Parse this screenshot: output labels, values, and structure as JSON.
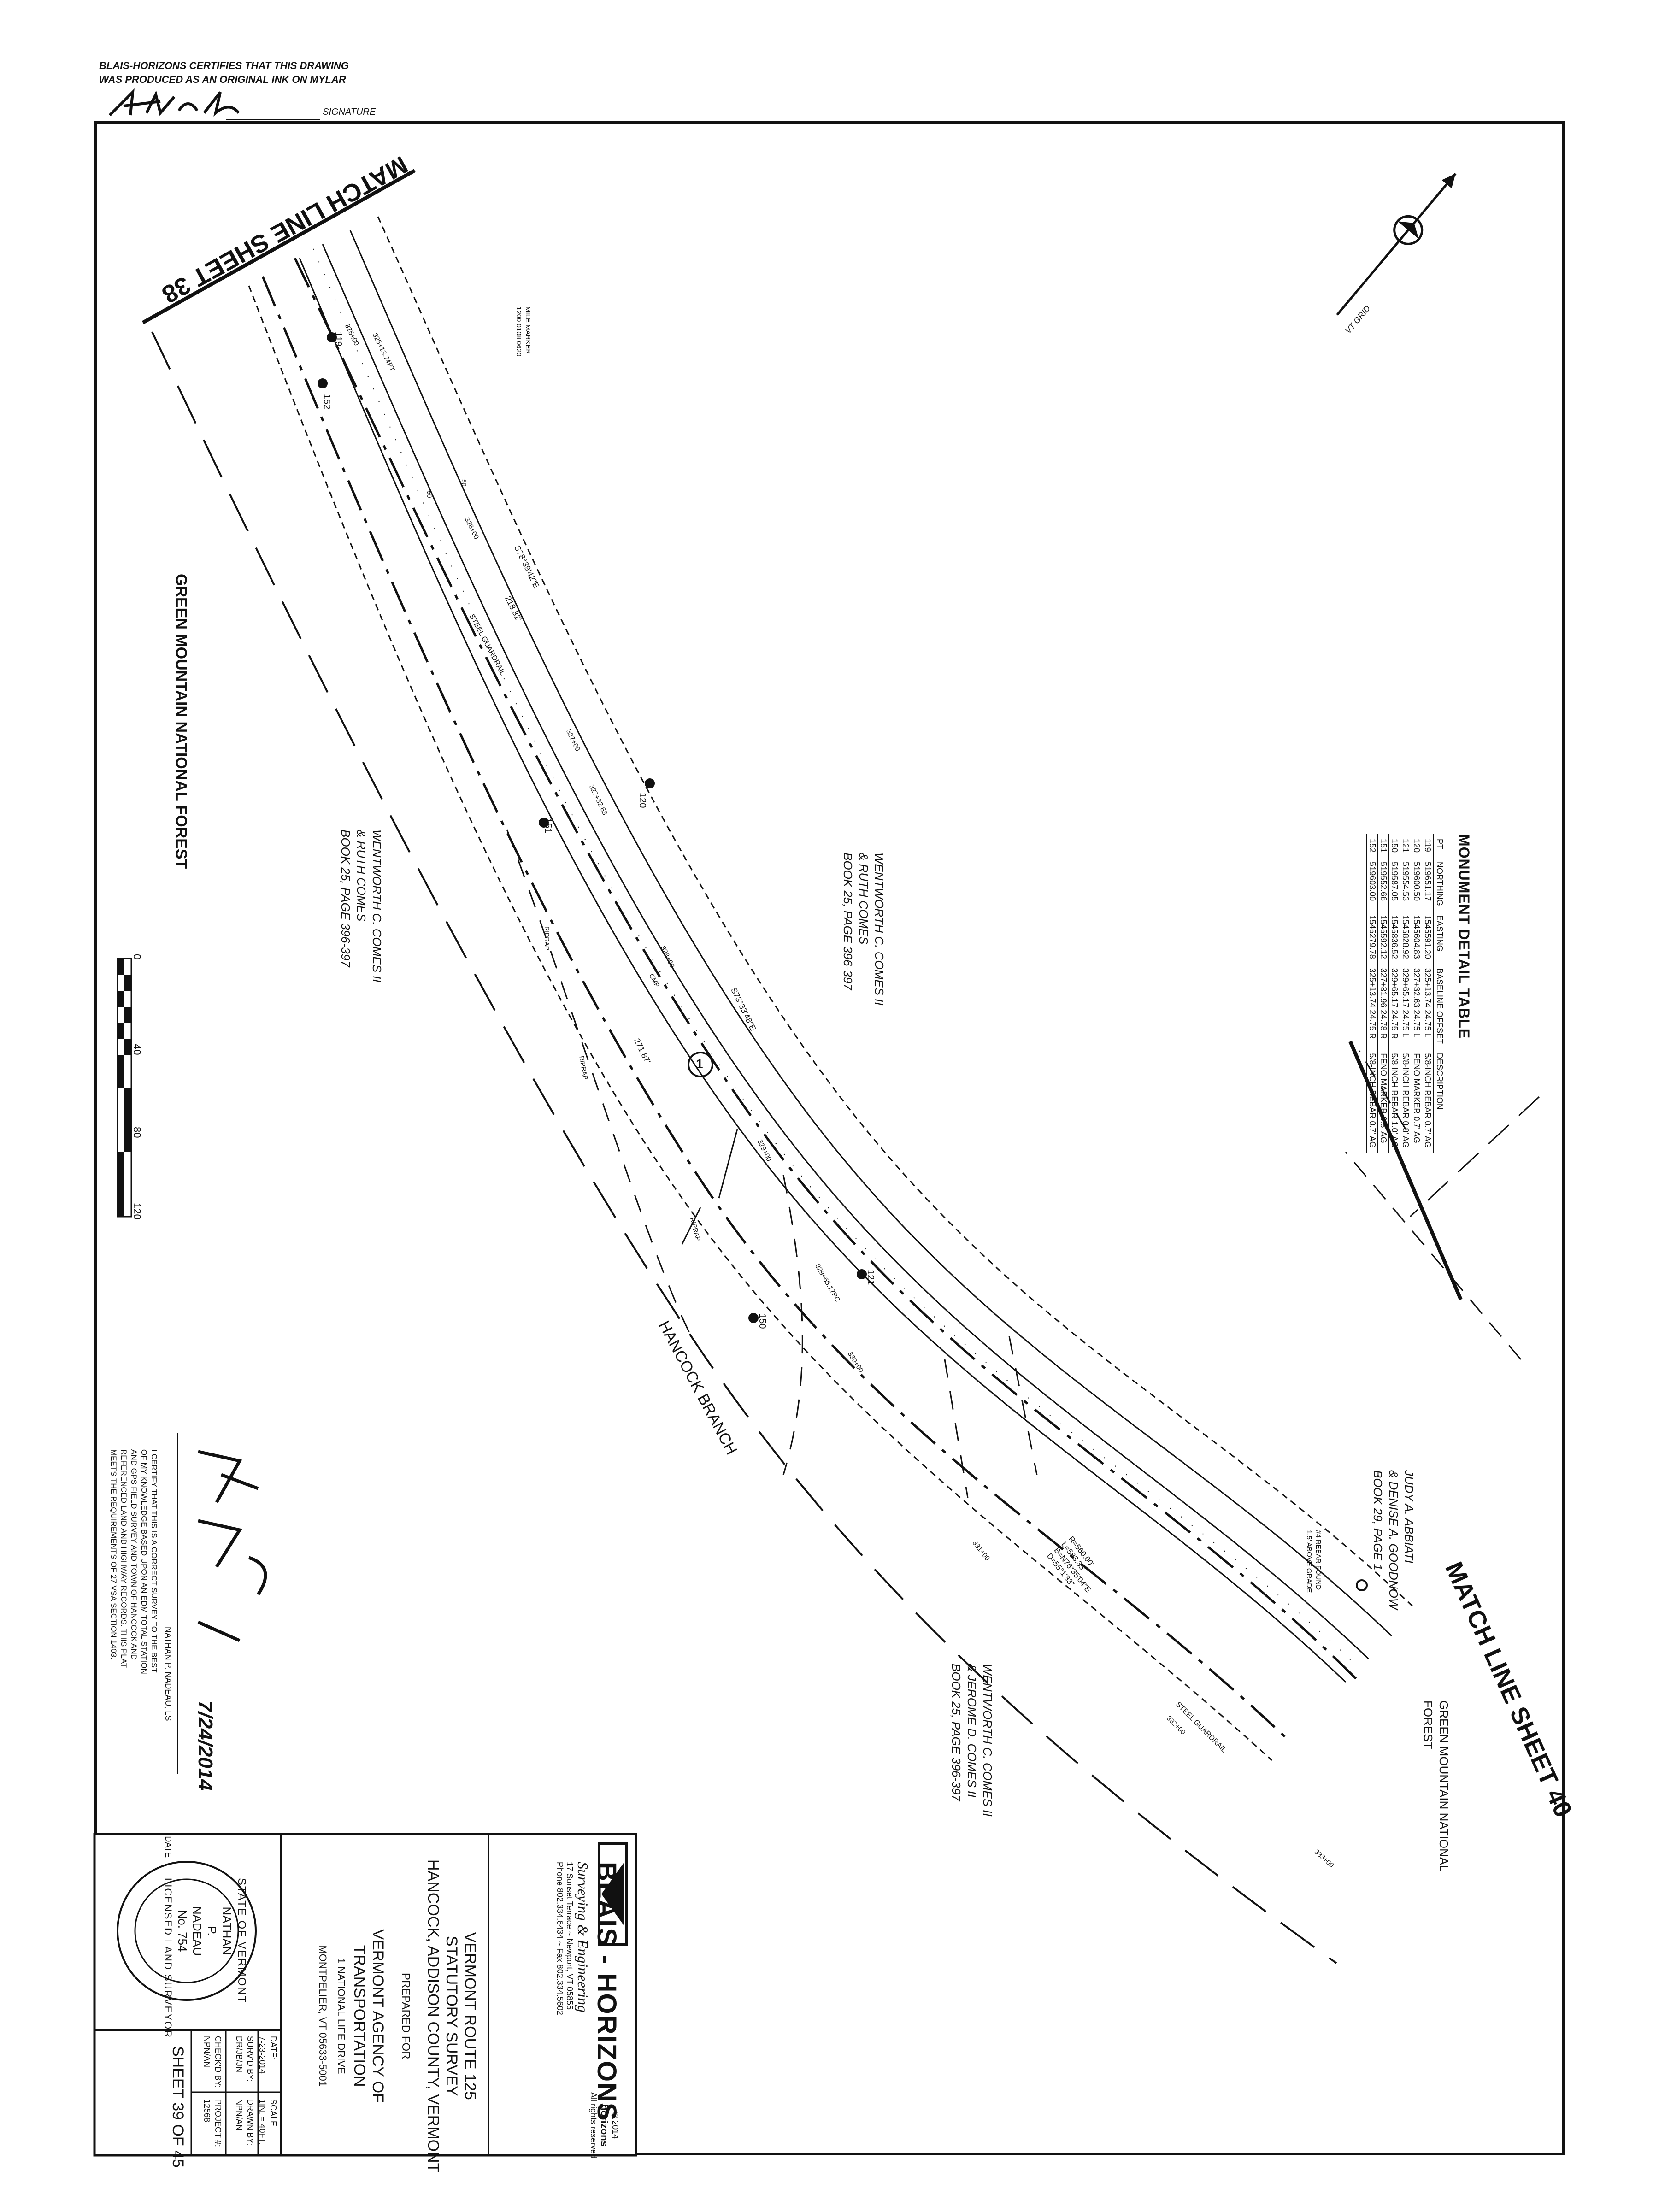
{
  "certification": {
    "line1": "BLAIS-HORIZONS CERTIFIES THAT THIS DRAWING",
    "line2": "WAS PRODUCED AS AN ORIGINAL INK ON MYLAR",
    "signature_label": "SIGNATURE"
  },
  "match_lines": {
    "top": "MATCH LINE SHEET 38",
    "bottom": "MATCH LINE SHEET 40"
  },
  "north_arrow": {
    "label": "VT GRID"
  },
  "areas": {
    "forest_left": "GREEN MOUNTAIN NATIONAL FOREST",
    "forest_right": "GREEN MOUNTAIN NATIONAL FOREST",
    "comes_upper": [
      "WENTWORTH C. COMES II",
      "& RUTH COMES",
      "BOOK 25, PAGE 396-397"
    ],
    "comes_lower": [
      "WENTWORTH C. COMES II",
      "& RUTH COMES",
      "BOOK 25, PAGE 396-397"
    ],
    "abbiati": [
      "JUDY A. ABBIATI",
      "& DENISE A. GOODNOW",
      "BOOK 29, PAGE 1"
    ],
    "comes_jerome": [
      "WENTWORTH C. COMES II",
      "& JEROME D. COMES II",
      "BOOK 25, PAGE 396-397"
    ],
    "stream": "HANCOCK BRANCH"
  },
  "annotations": {
    "mile_marker": [
      "MILE MARKER",
      "1200 0108 0620"
    ],
    "steel_guardrail_1": "STEEL GUARDRAIL",
    "steel_guardrail_2": "STEEL GUARDRAIL",
    "riprap_1": "RIPRAP",
    "riprap_2": "RIPRAP",
    "riprap_3": "RIPRAP",
    "culvert": "CMP",
    "rebar_found": [
      "#4 REBAR FOUND",
      "1.5' ABOVE GRADE"
    ],
    "bearing_1": "S78°39'42\"E",
    "bearing_2": "S73°33'48\"E",
    "dist_1": "218.32'",
    "dist_2": "271.87'",
    "curve": [
      "R=560.00'",
      "L=583.35'",
      "B=N76°35'04\"E",
      "D=55°1'33\""
    ],
    "curve_num": "1",
    "dim_a": "50",
    "dim_b": "50"
  },
  "stations": [
    "325+13.74PT",
    "326+00",
    "327+00",
    "327+32.63",
    "328+00",
    "329+00",
    "329+65.17PC",
    "330+00",
    "331+00",
    "332+00",
    "333+00",
    "325+00"
  ],
  "points": [
    "119",
    "120",
    "121",
    "150",
    "151",
    "152"
  ],
  "monument_table": {
    "title": "MONUMENT DETAIL TABLE",
    "headers": [
      "PT",
      "NORTHING",
      "EASTING",
      "BASELINE OFFSET",
      "DESCRIPTION"
    ],
    "rows": [
      [
        "119",
        "519651.17",
        "1545591.20",
        "325+13.74 24.75 L",
        "5/8-INCH REBAR 0.7' AG"
      ],
      [
        "120",
        "519600.50",
        "1545604.83",
        "327+32.63 24.75 L",
        "FENO MARKER 0.7' AG"
      ],
      [
        "121",
        "519554.53",
        "1545828.92",
        "329+65.17 24.75 L",
        "5/8-INCH REBAR 0.8' AG"
      ],
      [
        "150",
        "519587.05",
        "1545836.52",
        "329+65.17 24.75 R",
        "5/8-INCH REBAR 1.0' AG"
      ],
      [
        "151",
        "519552.66",
        "1545592.12",
        "327+31.96 24.78 R",
        "FENO MARKER 0.8' AG"
      ],
      [
        "152",
        "519603.00",
        "1545279.78",
        "325+13.74 24.75 R",
        "5/8-INCH REBAR 0.7' AG"
      ]
    ]
  },
  "scale_bar": {
    "ticks": [
      "0",
      "40",
      "80",
      "120"
    ]
  },
  "surveyor": {
    "name": "NATHAN P. NADEAU, LS",
    "date_label": "DATE",
    "cert_lines": [
      "I CERTIFY THAT THIS IS A CORRECT SURVEY TO THE BEST",
      "OF MY KNOWLEDGE BASED UPON AN EDM TOTAL STATION",
      "AND GPS FIELD SURVEY AND TOWN OF HANCOCK AND",
      "REFERENCED LAND AND HIGHWAY RECORDS. THIS PLAT",
      "MEETS THE REQUIREMENTS OF 27 VSA SECTION 1403."
    ]
  },
  "title_block": {
    "firm": "BLAIS - HORIZONS",
    "firm_tagline": "Surveying & Engineering",
    "address": "17 Sunset Terrace ~ Newport, VT 05855",
    "phone": "Phone 802.334.6434 ~ Fax 802.334.5602",
    "copyright": "© 2014",
    "copyright_logo": "horizons",
    "copyright_sub": "All rights reserved",
    "project": "VERMONT ROUTE 125",
    "survey_type": "STATUTORY SURVEY",
    "location": "HANCOCK, ADDISON COUNTY, VERMONT",
    "prepared_for": "PREPARED FOR",
    "client1": "VERMONT AGENCY OF",
    "client2": "TRANSPORTATION",
    "client_addr1": "1 NATIONAL LIFE DRIVE",
    "client_addr2": "MONTPELIER, VT 05633-5001",
    "seal": {
      "top": "STATE OF VERMONT",
      "name1": "NATHAN",
      "name2": "P.",
      "name3": "NADEAU",
      "number": "No. 754",
      "bottom": "LICENSED LAND SURVEYOR"
    },
    "fields": {
      "date_label": "DATE:",
      "date": "7-23-2014",
      "scale_label": "SCALE",
      "scale": "1IN. = 40FT.",
      "survd_label": "SURV'D BY:",
      "survd": "DR/JB/JN",
      "drawn_label": "DRAWN BY:",
      "drawn": "NPN/AN",
      "checked_label": "CHECK'D BY:",
      "checked": "NPN/AN",
      "project_label": "PROJECT #:",
      "project": "12568"
    },
    "sheet": "SHEET 39 OF 45"
  }
}
